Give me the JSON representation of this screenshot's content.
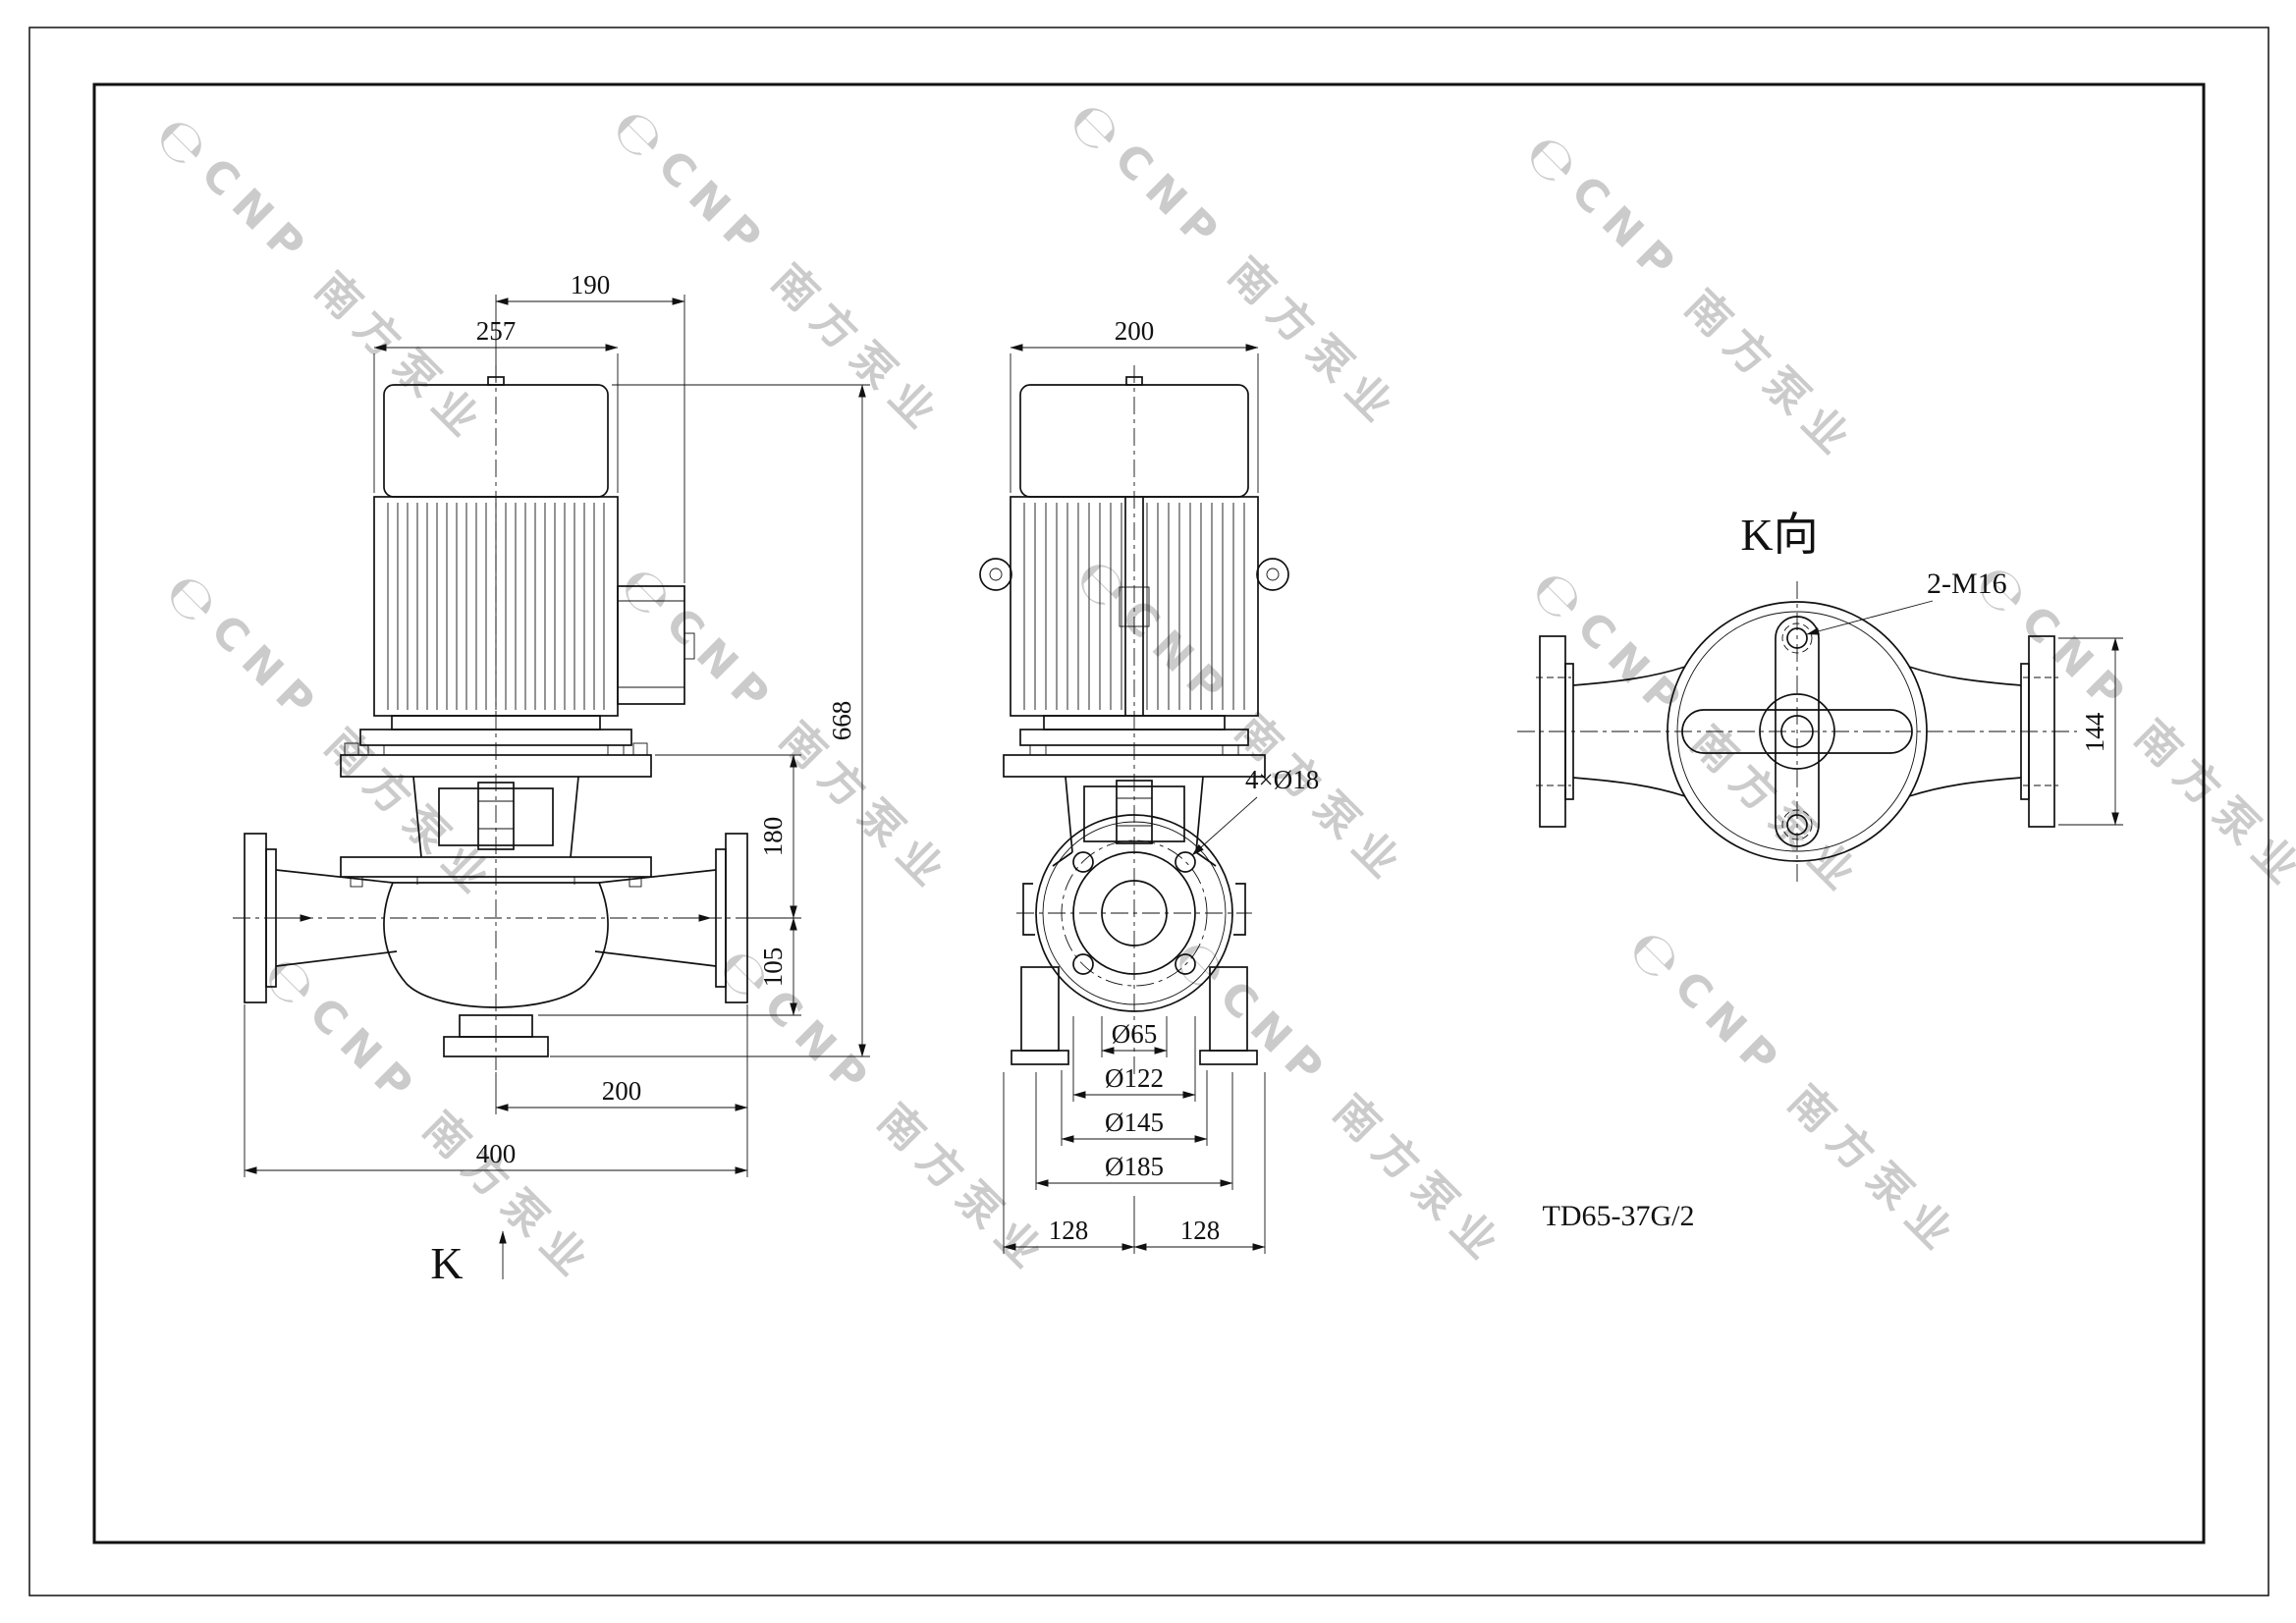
{
  "drawing": {
    "model": "TD65-37G/2",
    "k_view_title": "K向",
    "k_arrow_label": "K"
  },
  "watermark": {
    "logo": "℮",
    "text": "CNP 南方泵业"
  },
  "front_view": {
    "dim_motor_offset": "190",
    "dim_motor_width": "257",
    "dim_total_height": "668",
    "dim_plate_to_centerline": "180",
    "dim_centerline_to_bottom": "105",
    "dim_centerline_to_flange": "200",
    "dim_flange_to_flange": "400"
  },
  "side_view": {
    "dim_motor_width": "200",
    "callout_bolt_holes": "4×Ø18",
    "dim_bore": "Ø65",
    "dim_raised_face": "Ø122",
    "dim_bolt_circle": "Ø145",
    "dim_flange_od": "Ø185",
    "dim_foot_left": "128",
    "dim_foot_right": "128"
  },
  "k_view": {
    "callout_tapped_holes": "2-M16",
    "dim_port_height": "144"
  }
}
